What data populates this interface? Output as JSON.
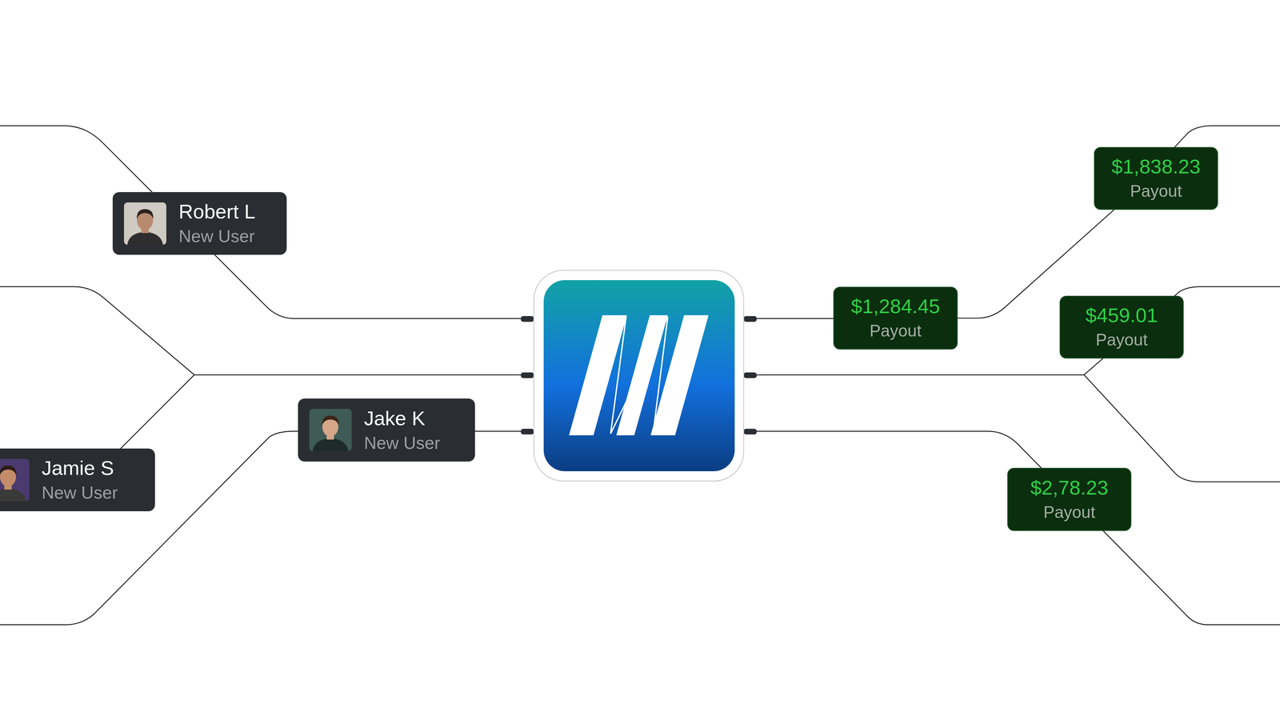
{
  "diagram": {
    "nodes": [
      {
        "text": [
          "Robert L",
          "New User"
        ]
      },
      {
        "text": [
          "Jamie S",
          "New User"
        ]
      },
      {
        "text": [
          "Jake K",
          "New User"
        ]
      },
      {
        "text": [
          "$1,838.23",
          "Payout"
        ]
      },
      {
        "text": [
          "$1,284.45",
          "Payout"
        ]
      },
      {
        "text": [
          "$459.01",
          "Payout"
        ]
      },
      {
        "text": [
          "$2,78.23",
          "Payout"
        ]
      }
    ],
    "edges": [
      {
        "from": 4,
        "to": 3,
        "arrow": "none"
      }
    ]
  }
}
